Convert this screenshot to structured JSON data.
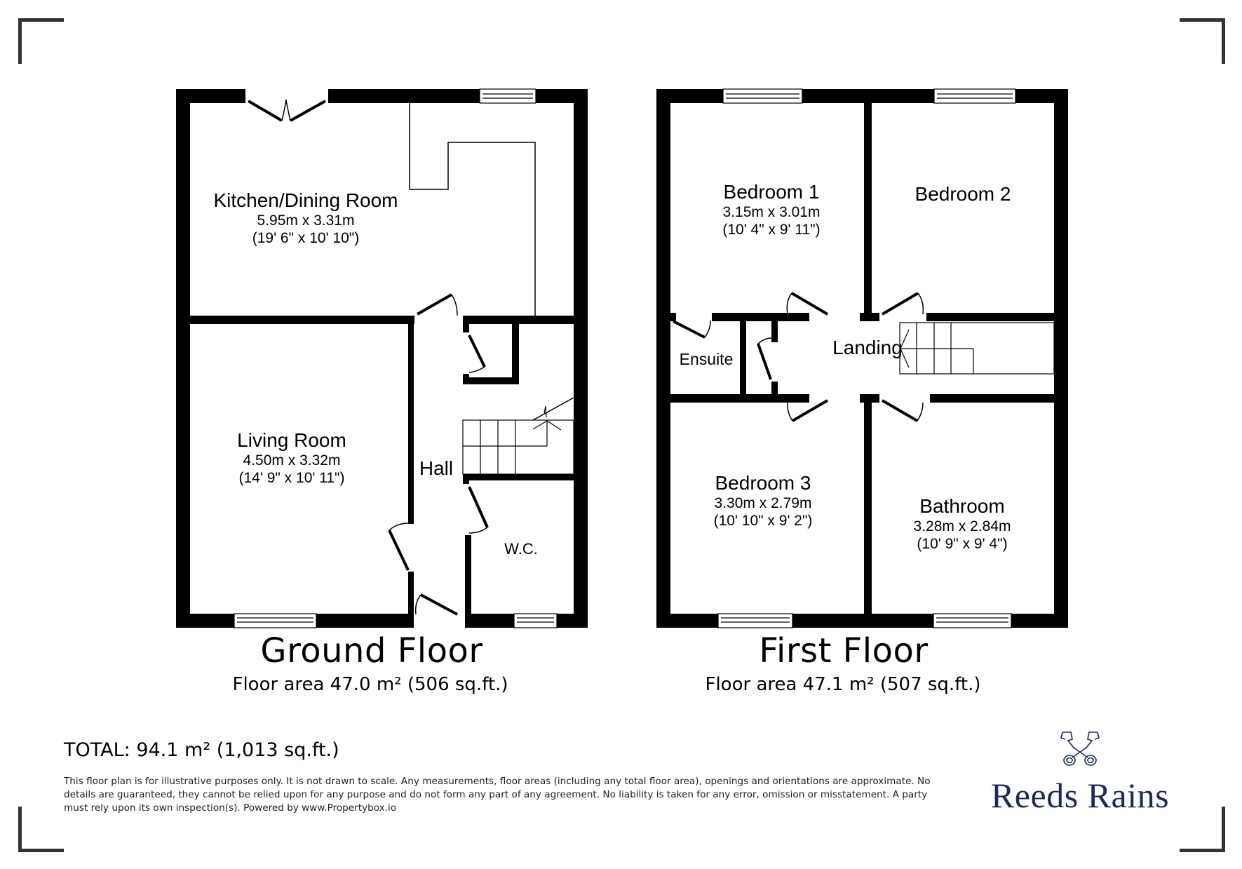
{
  "ground_floor": {
    "title": "Ground Floor",
    "area": "Floor area 47.0 m² (506 sq.ft.)",
    "rooms": [
      {
        "name": "Kitchen/Dining Room",
        "metric": "5.95m x 3.31m",
        "imperial": "(19' 6\" x 10' 10\")"
      },
      {
        "name": "Living Room",
        "metric": "4.50m x 3.32m",
        "imperial": "(14' 9\" x 10' 11\")"
      },
      {
        "name": "Hall"
      },
      {
        "name": "W.C."
      }
    ]
  },
  "first_floor": {
    "title": "First Floor",
    "area": "Floor area 47.1 m² (507 sq.ft.)",
    "rooms": [
      {
        "name": "Bedroom 1",
        "metric": "3.15m x 3.01m",
        "imperial": "(10' 4\" x 9' 11\")"
      },
      {
        "name": "Bedroom 2"
      },
      {
        "name": "Ensuite"
      },
      {
        "name": "Landing"
      },
      {
        "name": "Bedroom 3",
        "metric": "3.30m x 2.79m",
        "imperial": "(10' 10\" x 9' 2\")"
      },
      {
        "name": "Bathroom",
        "metric": "3.28m x 2.84m",
        "imperial": "(10' 9\" x 9' 4\")"
      }
    ]
  },
  "total": "TOTAL: 94.1 m² (1,013 sq.ft.)",
  "disclaimer": "This floor plan is for illustrative purposes only. It is not drawn to scale. Any measurements, floor areas (including any total floor area), openings and orientations are approximate. No details are guaranteed, they cannot be relied upon for any purpose and do not form any part of any agreement. No liability is taken for any error, omission or misstatement. A party must rely upon its own inspection(s). Powered by www.Propertybox.io",
  "logo": {
    "name": "Reeds Rains",
    "icon": "crossed-keys-icon",
    "color": "#1b2a5a"
  },
  "colors": {
    "wall": "#000000",
    "background": "#ffffff",
    "corner_marks": "#333333"
  }
}
